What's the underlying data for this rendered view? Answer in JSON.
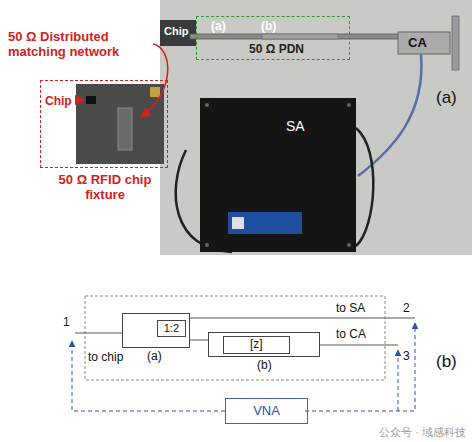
{
  "diagram": {
    "nodes": [
      {
        "text": [
          "(a)",
          "(b)",
          "50 Ω PDN"
        ]
      },
      {
        "text": [
          "Chip",
          "50 Ω RFID chip fixture"
        ]
      },
      {
        "text": [
          "SA"
        ]
      },
      {
        "text": [
          "1:2",
          "(a)"
        ]
      },
      {
        "text": [
          "[z]",
          "(b)"
        ]
      },
      {
        "text": [
          "VNA"
        ]
      }
    ],
    "edges": [
      {
        "from": 3,
        "to": 4,
        "arrow": "none"
      }
    ],
    "labels": [
      "50 Ω Distributed matching network",
      "Chip",
      "CA",
      "(a)",
      "1",
      "to chip",
      "to SA",
      "2",
      "to CA",
      "3",
      "(b)",
      "公众号 · 域感科技"
    ]
  }
}
